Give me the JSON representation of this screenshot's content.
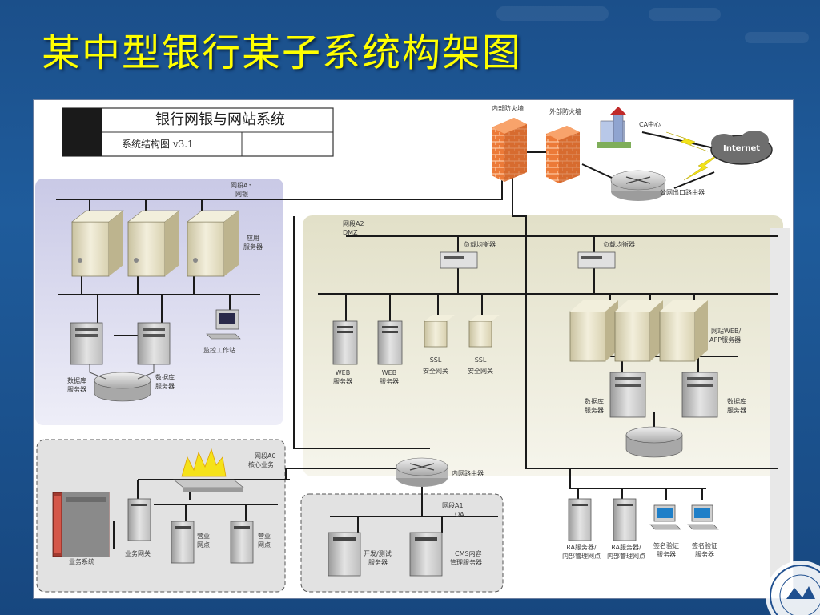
{
  "slide": {
    "title": "某中型银行某子系统构架图"
  },
  "header_box": {
    "title": "银行网银与网站系统",
    "subtitle": "系统结构图 v3.1"
  },
  "labels": {
    "inner_firewall": "内部防火墙",
    "outer_firewall": "外部防火墙",
    "ca_center": "CA中心",
    "internet": "Internet",
    "public_router": "公网出口路由器",
    "seg_a3": "网段A3",
    "seg_a3_sub": "网银",
    "app_server_1": "应用",
    "app_server_2": "服务器",
    "monitor_station": "监控工作站",
    "db_left_a_1": "数据库",
    "db_left_a_2": "服务器",
    "db_left_b_1": "数据库",
    "db_left_b_2": "服务器",
    "seg_a2": "网段A2",
    "seg_a2_sub": "DMZ",
    "lb_left": "负载均衡器",
    "lb_right": "负载均衡器",
    "web1_a": "WEB",
    "web1_b": "服务器",
    "web2_a": "WEB",
    "web2_b": "服务器",
    "ssl1_a": "SSL",
    "ssl1_b": "安全网关",
    "ssl2_a": "SSL",
    "ssl2_b": "安全网关",
    "site_web_1": "网站WEB/",
    "site_web_2": "APP服务器",
    "db_right_a_1": "数据库",
    "db_right_a_2": "服务器",
    "db_right_b_1": "数据库",
    "db_right_b_2": "服务器",
    "seg_a0": "网段A0",
    "seg_a0_sub": "核心业务",
    "inner_router": "内网路由器",
    "business_system": "业务系统",
    "business_gateway": "业务网关",
    "branch1_a": "营业",
    "branch1_b": "网点",
    "branch2_a": "营业",
    "branch2_b": "网点",
    "seg_a1": "网段A1",
    "seg_a1_sub": "OA",
    "dev_test_1": "开发/测试",
    "dev_test_2": "服务器",
    "cms_1": "CMS内容",
    "cms_2": "管理服务器",
    "ra1_a": "RA服务器/",
    "ra1_b": "内部管理网点",
    "ra2_a": "RA服务器/",
    "ra2_b": "内部管理网点",
    "sig1_a": "签名验证",
    "sig1_b": "服务器",
    "sig2_a": "签名验证",
    "sig2_b": "服务器"
  },
  "colors": {
    "title": "#ffff00",
    "background": "#1d5695",
    "zone_a3": "#dcdcf0",
    "zone_a2": "#ecebdc",
    "zone_grey": "#e4e4e4",
    "firewall": "#e8793a",
    "server": "#e7e2c6"
  }
}
